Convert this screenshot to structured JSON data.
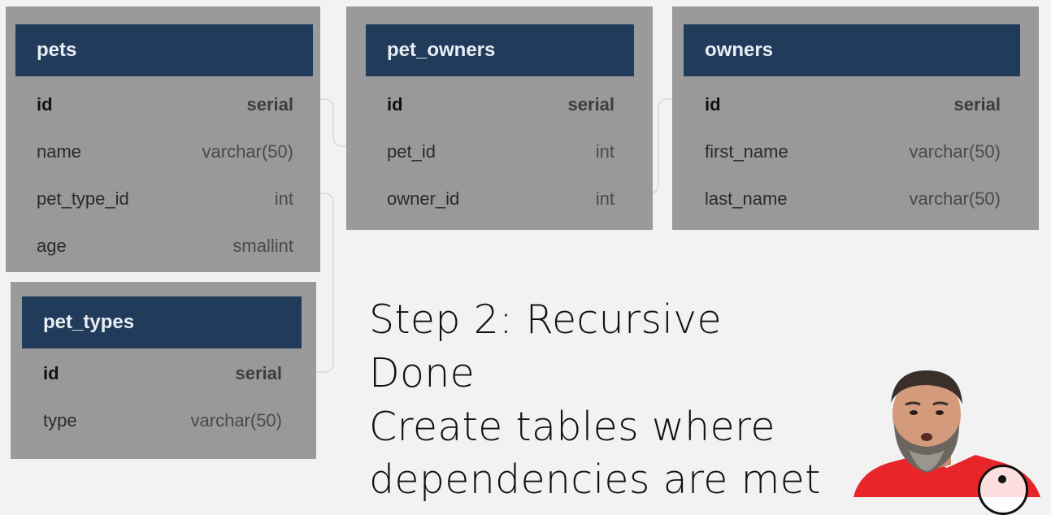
{
  "tables": {
    "pets": {
      "title": "pets",
      "rows": [
        {
          "name": "id",
          "type": "serial"
        },
        {
          "name": "name",
          "type": "varchar(50)"
        },
        {
          "name": "pet_type_id",
          "type": "int"
        },
        {
          "name": "age",
          "type": "smallint"
        }
      ]
    },
    "pet_owners": {
      "title": "pet_owners",
      "rows": [
        {
          "name": "id",
          "type": "serial"
        },
        {
          "name": "pet_id",
          "type": "int"
        },
        {
          "name": "owner_id",
          "type": "int"
        }
      ]
    },
    "owners": {
      "title": "owners",
      "rows": [
        {
          "name": "id",
          "type": "serial"
        },
        {
          "name": "first_name",
          "type": "varchar(50)"
        },
        {
          "name": "last_name",
          "type": "varchar(50)"
        }
      ]
    },
    "pet_types": {
      "title": "pet_types",
      "rows": [
        {
          "name": "id",
          "type": "serial"
        },
        {
          "name": "type",
          "type": "varchar(50)"
        }
      ]
    }
  },
  "slide": {
    "lines": [
      "Step 2: Recursive",
      "Done",
      "Create tables where",
      "dependencies are met"
    ]
  },
  "colors": {
    "header": "#213b5b",
    "table_body": "#9a999a",
    "background": "#f2f2f2",
    "presenter_shirt": "#e8262a"
  },
  "icons": {
    "presenter": "presenter-video",
    "logo": "logo-icon"
  }
}
